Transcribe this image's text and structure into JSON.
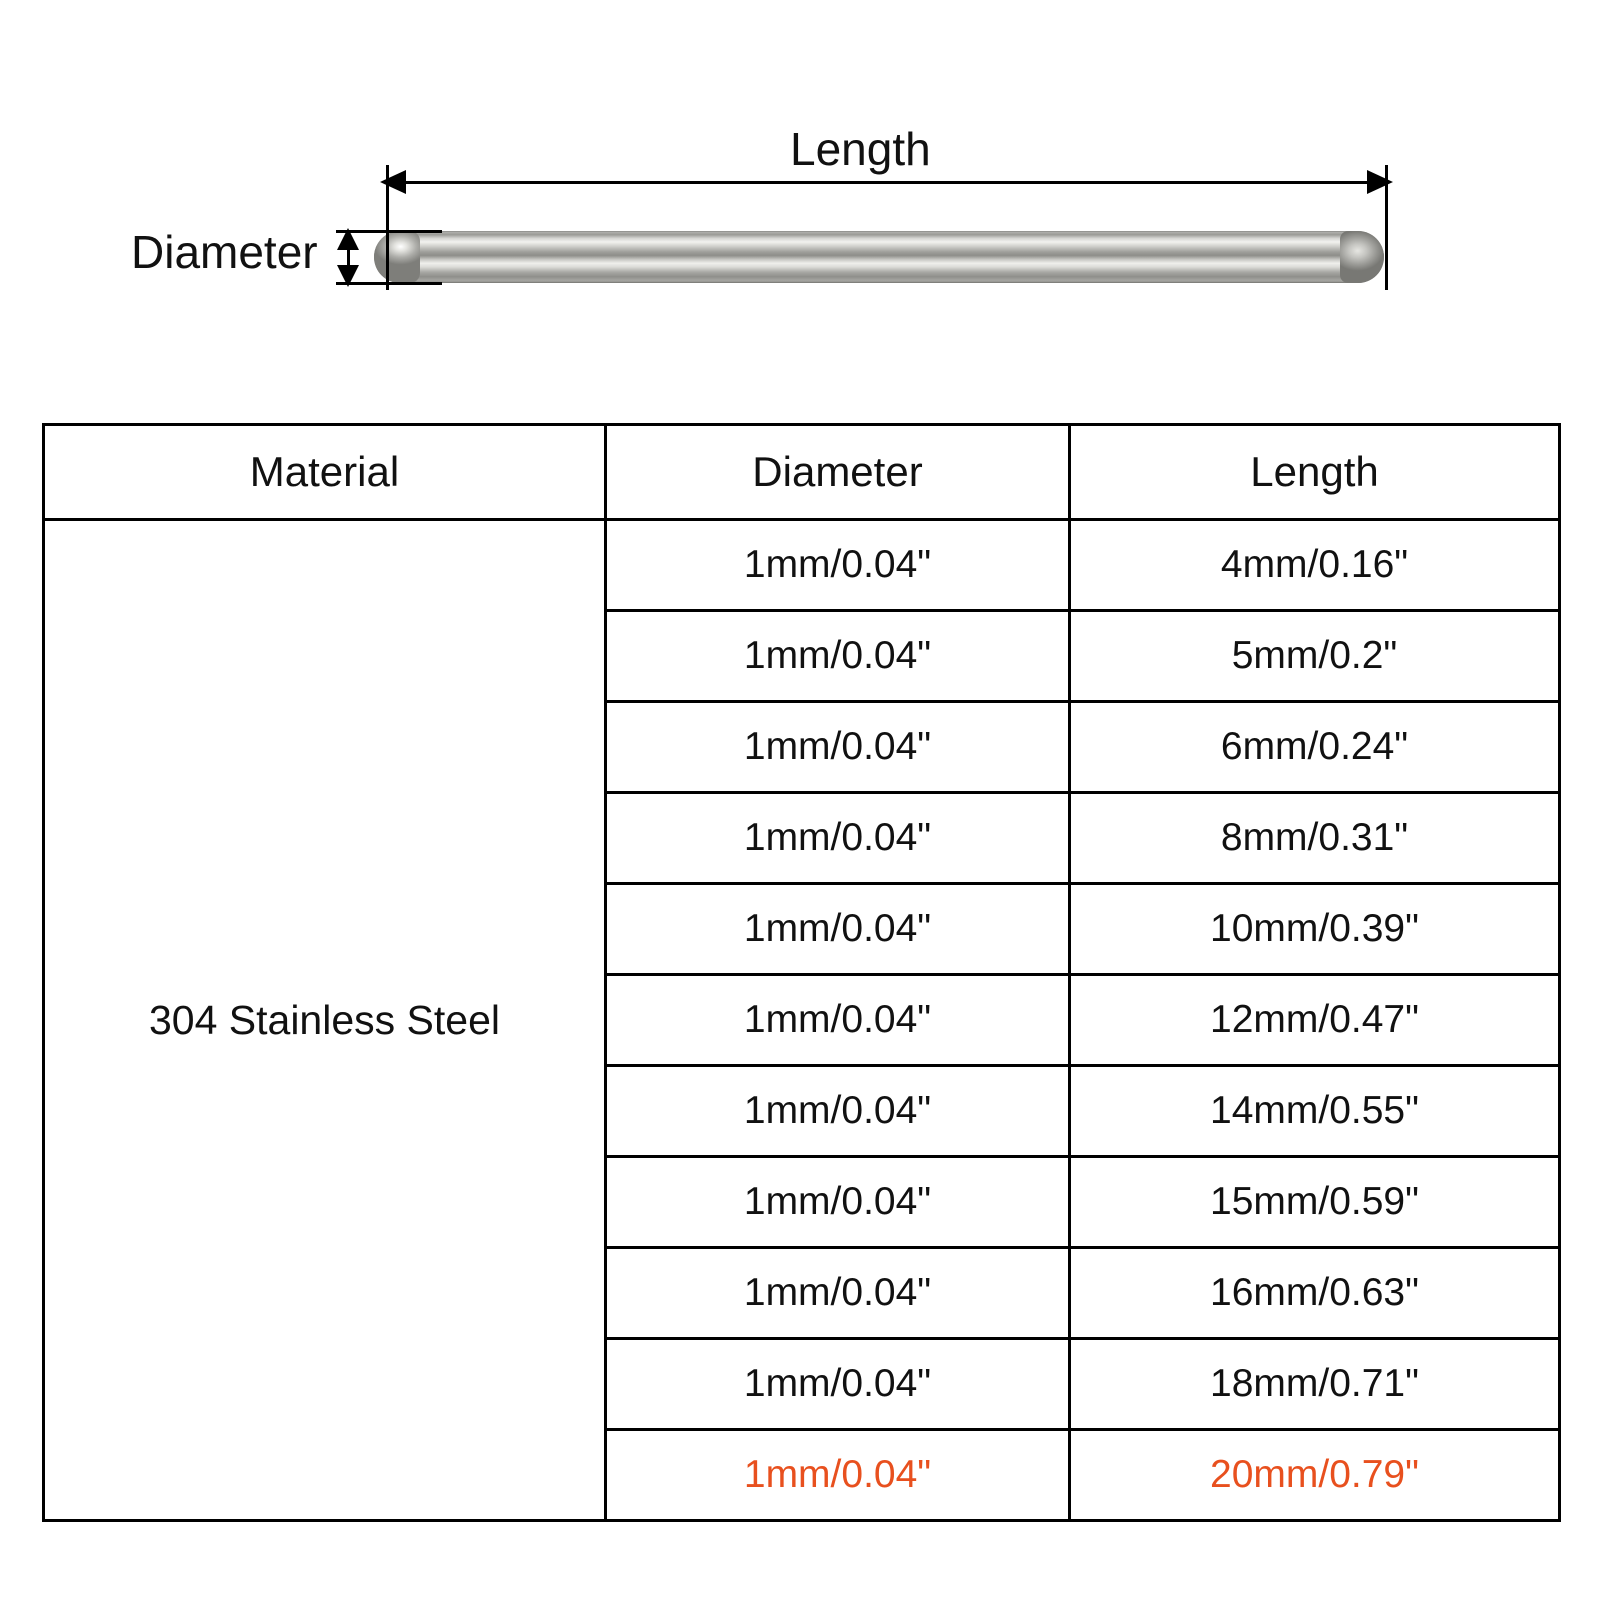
{
  "diagram": {
    "length_label": "Length",
    "diameter_label": "Diameter",
    "product_image": "steel-rod-pin",
    "icons": {
      "length_dimension": "double-arrow-horizontal-icon",
      "diameter_dimension": "double-arrow-vertical-icon"
    }
  },
  "table": {
    "headers": {
      "material": "Material",
      "diameter": "Diameter",
      "length": "Length"
    },
    "material": "304 Stainless Steel",
    "highlight_color": "#e8501e",
    "rows": [
      {
        "diameter": "1mm/0.04\"",
        "length": "4mm/0.16\"",
        "highlighted": false
      },
      {
        "diameter": "1mm/0.04\"",
        "length": "5mm/0.2\"",
        "highlighted": false
      },
      {
        "diameter": "1mm/0.04\"",
        "length": "6mm/0.24\"",
        "highlighted": false
      },
      {
        "diameter": "1mm/0.04\"",
        "length": "8mm/0.31\"",
        "highlighted": false
      },
      {
        "diameter": "1mm/0.04\"",
        "length": "10mm/0.39\"",
        "highlighted": false
      },
      {
        "diameter": "1mm/0.04\"",
        "length": "12mm/0.47\"",
        "highlighted": false
      },
      {
        "diameter": "1mm/0.04\"",
        "length": "14mm/0.55\"",
        "highlighted": false
      },
      {
        "diameter": "1mm/0.04\"",
        "length": "15mm/0.59\"",
        "highlighted": false
      },
      {
        "diameter": "1mm/0.04\"",
        "length": "16mm/0.63\"",
        "highlighted": false
      },
      {
        "diameter": "1mm/0.04\"",
        "length": "18mm/0.71\"",
        "highlighted": false
      },
      {
        "diameter": "1mm/0.04\"",
        "length": "20mm/0.79\"",
        "highlighted": true
      }
    ]
  }
}
